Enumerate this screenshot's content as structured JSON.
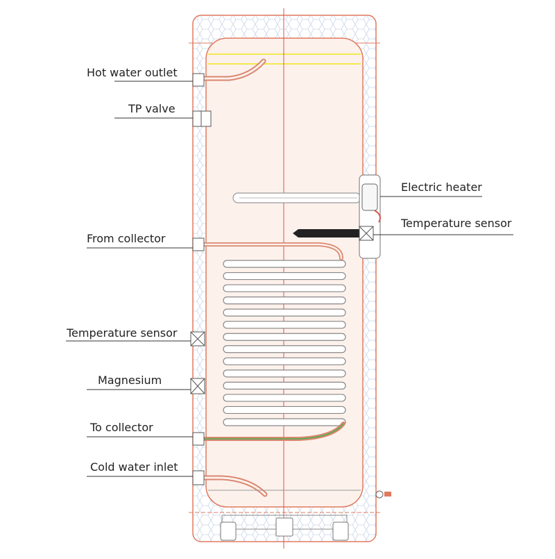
{
  "labels": {
    "hot_water_outlet": "Hot water outlet",
    "tp_valve": "TP valve",
    "from_collector": "From collector",
    "temperature_sensor_left": "Temperature sensor",
    "magnesium": "Magnesium",
    "to_collector": "To collector",
    "cold_water_inlet": "Cold water inlet",
    "electric_heater": "Electric heater",
    "temperature_sensor_right": "Temperature sensor"
  },
  "coil": {
    "turns": 14
  },
  "colors": {
    "outline": "#e07a5f",
    "insulation_hex": "#c9d6e8",
    "tank_fill": "#fdf1ec",
    "center_line": "#d9534f",
    "pipe": "#d98870",
    "hot_line": "#f2e94e",
    "cold_line": "#4caf50",
    "coil": "#888888"
  }
}
